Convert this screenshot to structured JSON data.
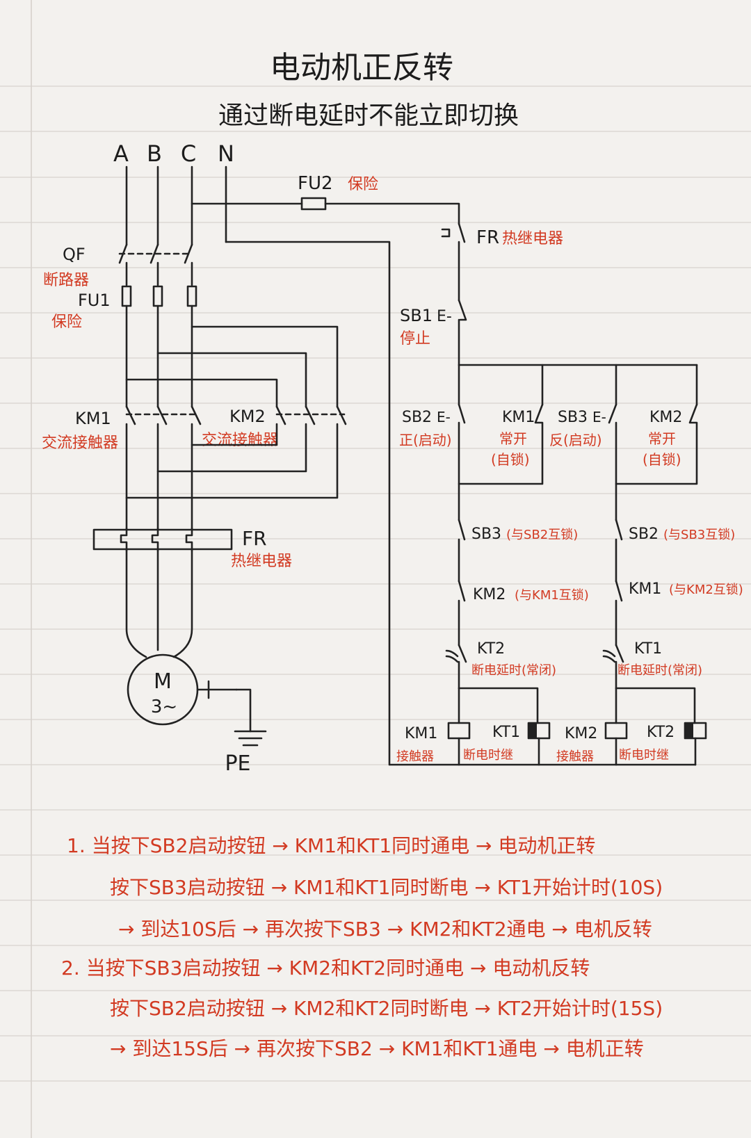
{
  "title": "电动机正反转",
  "subtitle": "通过断电延时不能立即切换",
  "phases": [
    "A",
    "B",
    "C",
    "N"
  ],
  "components": {
    "fu2": {
      "code": "FU2",
      "label": "保险"
    },
    "qf": {
      "code": "QF",
      "label": "断路器"
    },
    "fu1": {
      "code": "FU1",
      "label": "保险"
    },
    "km1_main": {
      "code": "KM1",
      "label": "交流接触器"
    },
    "km2_main": {
      "code": "KM2",
      "label": "交流接触器"
    },
    "fr_main": {
      "code": "FR",
      "label": "热继电器"
    },
    "fr_ctrl": {
      "code": "FR",
      "label": "热继电器"
    },
    "motor": {
      "line1": "M",
      "line2": "3~"
    },
    "pe": "PE",
    "sb1": {
      "code": "SB1",
      "sym": "E-",
      "label": "停止"
    },
    "sb2": {
      "code": "SB2",
      "sym": "E-",
      "label": "正(启动)"
    },
    "km1_hold": {
      "code": "KM1",
      "label1": "常开",
      "label2": "(自锁)"
    },
    "sb3": {
      "code": "SB3",
      "sym": "E-",
      "label": "反(启动)"
    },
    "km2_hold": {
      "code": "KM2",
      "label1": "常开",
      "label2": "(自锁)"
    },
    "sb3_nc": {
      "code": "SB3",
      "label": "(与SB2互锁)"
    },
    "sb2_nc": {
      "code": "SB2",
      "label": "(与SB3互锁)"
    },
    "km2_nc": {
      "code": "KM2",
      "label": "(与KM1互锁)"
    },
    "km1_nc": {
      "code": "KM1",
      "label": "(与KM2互锁)"
    },
    "kt2_nc": {
      "code": "KT2",
      "label": "断电延时(常闭)"
    },
    "kt1_nc": {
      "code": "KT1",
      "label": "断电延时(常闭)"
    },
    "km1_coil": {
      "code": "KM1",
      "label": "接触器"
    },
    "kt1_coil": {
      "code": "KT1",
      "label": "断电时继"
    },
    "km2_coil": {
      "code": "KM2",
      "label": "接触器"
    },
    "kt2_coil": {
      "code": "KT2",
      "label": "断电时继"
    }
  },
  "notes": [
    "1. 当按下SB2启动按钮 → KM1和KT1同时通电 → 电动机正转",
    "按下SB3启动按钮 → KM1和KT1同时断电 → KT1开始计时(10S)",
    "→ 到达10S后 → 再次按下SB3 → KM2和KT2通电 → 电机反转",
    "2. 当按下SB3启动按钮 → KM2和KT2同时通电 → 电动机反转",
    "按下SB2启动按钮 → KM2和KT2同时断电 → KT2开始计时(15S)",
    "→ 到达15S后 → 再次按下SB2 → KM1和KT1通电 → 电机正转"
  ],
  "colors": {
    "ink": "#1c1c1c",
    "annotation": "#d23a22",
    "paper": "#f3f1ee",
    "rule": "#d7d3cf"
  }
}
